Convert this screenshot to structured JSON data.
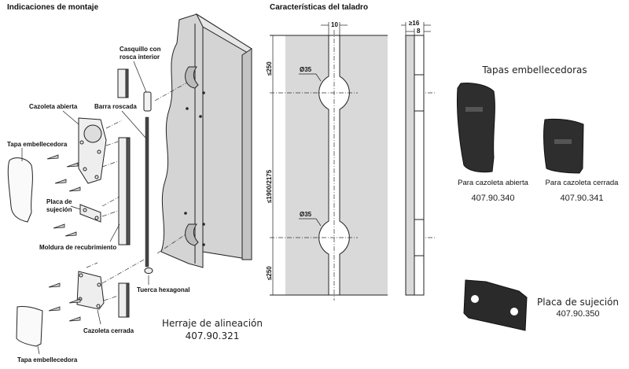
{
  "assembly": {
    "title": "Indicaciones de montaje",
    "labels": {
      "casquillo": "Casquillo con\nrosca interior",
      "casquillo_l1": "Casquillo con",
      "casquillo_l2": "rosca interior",
      "cazoleta_abierta": "Cazoleta abierta",
      "barra_roscada": "Barra roscada",
      "tapa_top": "Tapa embellecedora",
      "placa_l1": "Placa de",
      "placa_l2": "sujeción",
      "moldura": "Moldura de recubrimiento",
      "tuerca": "Tuerca hexagonal",
      "cazoleta_cerrada": "Cazoleta cerrada",
      "tapa_bottom": "Tapa embellecedora"
    },
    "product_name": "Herraje de alineación",
    "product_code": "407.90.321"
  },
  "drilling": {
    "title": "Características del taladro",
    "dims": {
      "slot_width": "10",
      "depth_min": "≥16",
      "depth": "8",
      "top_offset": "≤250",
      "span": "≤1900/2175",
      "bottom_offset": "≤250",
      "diameter_top": "Ø35",
      "diameter_bottom": "Ø35"
    }
  },
  "caps": {
    "title": "Tapas embellecedoras",
    "items": [
      {
        "label": "Para cazoleta abierta",
        "code": "407.90.340"
      },
      {
        "label": "Para cazoleta cerrada",
        "code": "407.90.341"
      }
    ]
  },
  "plate": {
    "label": "Placa de sujeción",
    "code": "407.90.350"
  },
  "colors": {
    "panel_gray": "#d9d9d9",
    "dark_part": "#2b2b2b",
    "line": "#222222"
  }
}
